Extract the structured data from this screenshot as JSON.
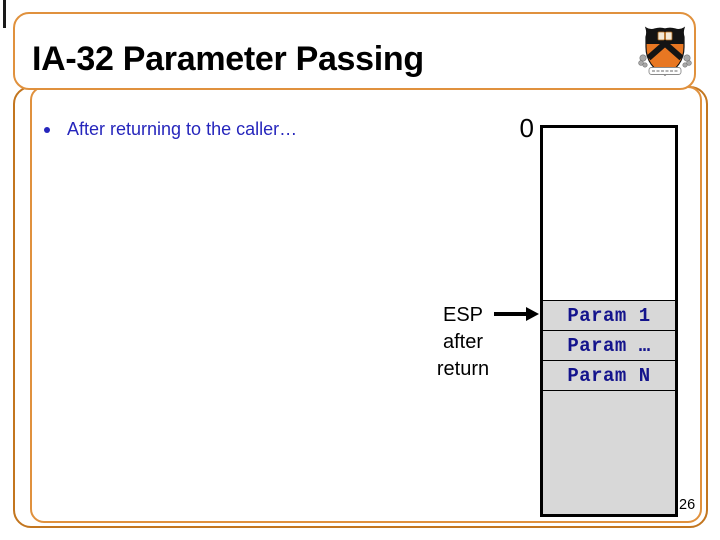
{
  "slide": {
    "title": "IA-32 Parameter Passing",
    "bullet": "After returning to the caller…",
    "page_number": "26"
  },
  "diagram": {
    "zero_label": "0",
    "esp_label_lines": [
      "ESP",
      "after",
      "return"
    ],
    "stack_cells": [
      {
        "label": "Param 1"
      },
      {
        "label": "Param …"
      },
      {
        "label": "Param N"
      }
    ]
  },
  "logo": {
    "name": "princeton-shield"
  },
  "colors": {
    "frame_orange": "#e0913d",
    "frame_dark_orange": "#c3761f",
    "body_text_blue": "#2626bc",
    "param_navy": "#14148c",
    "cell_gray": "#d8d8d8",
    "shield_orange": "#e87722"
  }
}
